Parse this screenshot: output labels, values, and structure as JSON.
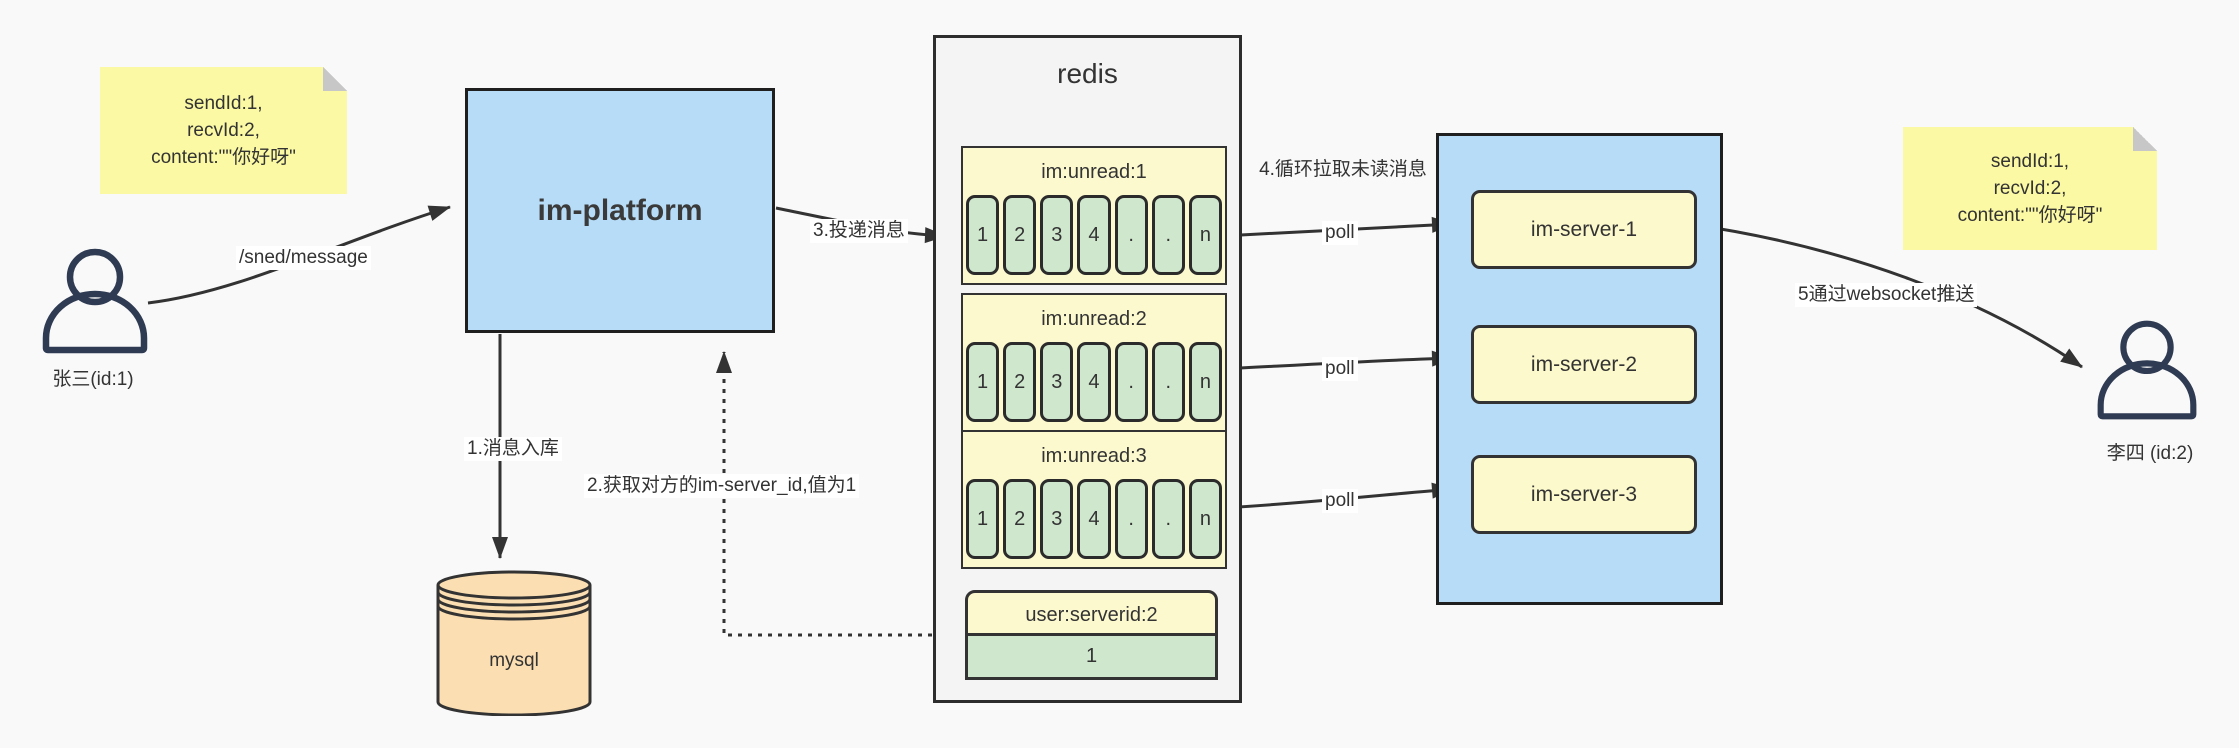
{
  "actors": {
    "sender": {
      "name": "张三(id:1)"
    },
    "receiver": {
      "name": "李四 (id:2)"
    }
  },
  "notes": {
    "left": {
      "text": "sendId:1,\nrecvId:2,\ncontent:\"\"你好呀\""
    },
    "right": {
      "text": "sendId:1,\nrecvId:2,\ncontent:\"\"你好呀\""
    }
  },
  "platform": {
    "label": "im-platform"
  },
  "database": {
    "label": "mysql"
  },
  "redis": {
    "title": "redis",
    "queues": [
      {
        "name": "im:unread:1",
        "cells": [
          "1",
          "2",
          "3",
          "4",
          ".",
          ".",
          "n"
        ]
      },
      {
        "name": "im:unread:2",
        "cells": [
          "1",
          "2",
          "3",
          "4",
          ".",
          ".",
          "n"
        ]
      },
      {
        "name": "im:unread:3",
        "cells": [
          "1",
          "2",
          "3",
          "4",
          ".",
          ".",
          "n"
        ]
      }
    ],
    "kv": {
      "key": "user:serverid:2",
      "value": "1"
    }
  },
  "servers": {
    "items": [
      {
        "label": "im-server-1"
      },
      {
        "label": "im-server-2"
      },
      {
        "label": "im-server-3"
      }
    ]
  },
  "flows": {
    "send_api": "/sned/message",
    "step1": "1.消息入库",
    "step2": "2.获取对方的im-server_id,值为1",
    "step3": "3.投递消息",
    "step4": "4.循环拉取未读消息",
    "step5": "5通过websocket推送",
    "poll1": "poll",
    "poll2": "poll",
    "poll3": "poll"
  },
  "colors": {
    "container_blue": "#b7dcf7",
    "note_yellow": "#fbf9a3",
    "pale_yellow": "#fcf9cc",
    "cell_green": "#cfe7cd",
    "db_tan": "#fbdfb3",
    "line_dark": "#333333",
    "page_bg": "#f9f9f9"
  }
}
